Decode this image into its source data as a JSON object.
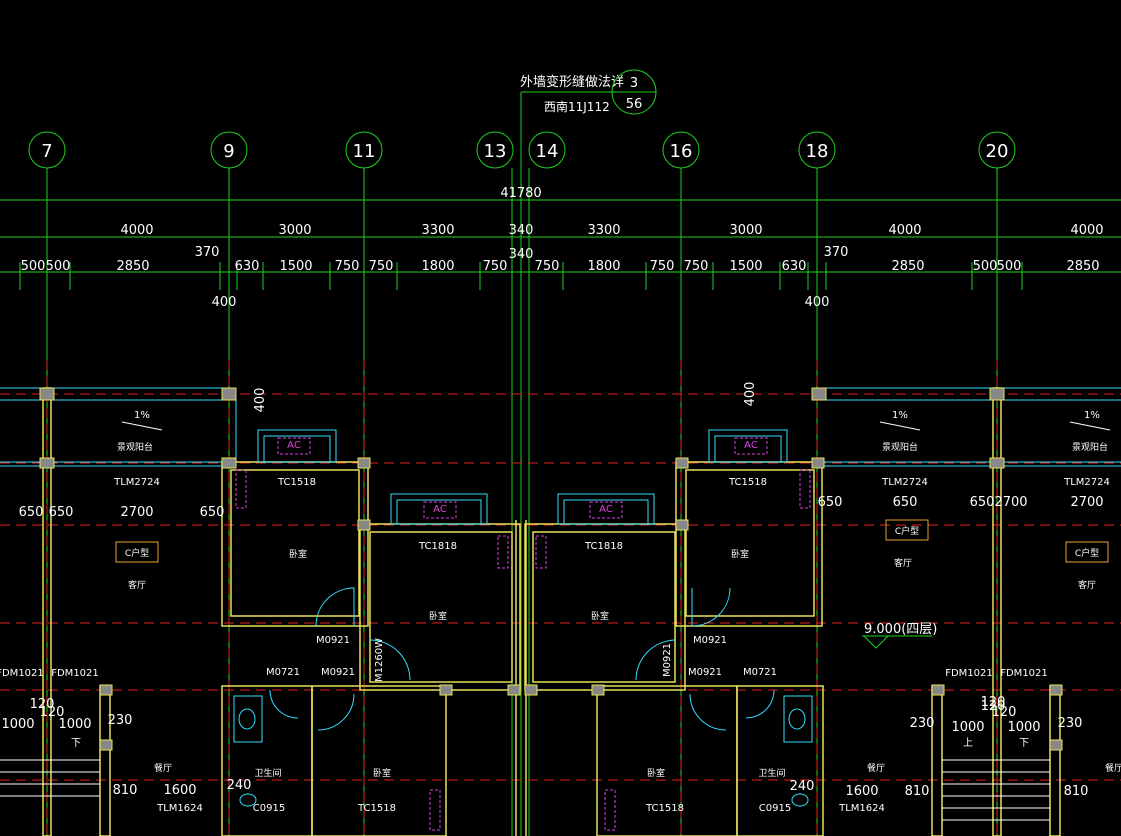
{
  "header": {
    "title": "外墙变形缝做法详",
    "ref": "西南11J112",
    "detail_num": "3",
    "detail_sheet": "56"
  },
  "axes": [
    "7",
    "9",
    "11",
    "13",
    "14",
    "16",
    "18",
    "20"
  ],
  "dimensions": {
    "total": "41780",
    "row1": [
      "4000",
      "3000",
      "3300",
      "340",
      "3300",
      "3000",
      "4000",
      "4000"
    ],
    "row1_extra": "340",
    "row2": [
      "500",
      "500",
      "2850",
      "370",
      "630",
      "1500",
      "750",
      "750",
      "1800",
      "750",
      "750",
      "1800",
      "750",
      "750",
      "1500",
      "630",
      "370",
      "2850",
      "500",
      "500",
      "2850"
    ],
    "below": [
      "400",
      "400"
    ]
  },
  "rooms": {
    "balcony": [
      "景观阳台",
      "景观阳台",
      "景观阳台"
    ],
    "bedroom": [
      "卧室",
      "卧室",
      "卧室",
      "卧室",
      "卧室",
      "卧室"
    ],
    "living": [
      "客厅",
      "客厅",
      "客厅"
    ],
    "dining": [
      "餐厅",
      "餐厅",
      "餐厅"
    ],
    "bathroom": [
      "卫生间",
      "卫生间"
    ],
    "unit_type": [
      "C户型",
      "C户型",
      "C户型"
    ]
  },
  "labels": {
    "ac": [
      "AC",
      "AC",
      "AC",
      "AC"
    ],
    "windows": [
      "TC1518",
      "TC1818",
      "TC1818",
      "TC1518",
      "TC1518",
      "TC1518",
      "C0915",
      "C0915"
    ],
    "balcony_doors": [
      "TLM2724",
      "TLM2724",
      "TLM2724",
      "TLM1624",
      "TLM1624"
    ],
    "doors": [
      "M0921",
      "M0921",
      "M0921",
      "M0921",
      "M0721",
      "M0721",
      "FDM1021",
      "FDM1021",
      "FDM1021",
      "FDM1021",
      "M1260W",
      "M0921"
    ],
    "level": "9.000(四层)",
    "slope": [
      "1%",
      "1%",
      "1%"
    ],
    "stair": [
      "下",
      "下",
      "上"
    ],
    "dims_small": [
      "650",
      "650",
      "2700",
      "650",
      "650",
      "2700",
      "650",
      "650",
      "2700",
      "400",
      "400",
      "120",
      "120",
      "1000",
      "1000",
      "230",
      "120",
      "1000",
      "1000",
      "230",
      "230",
      "810",
      "1600",
      "240",
      "240",
      "1600",
      "810",
      "810",
      "120",
      "120"
    ]
  }
}
